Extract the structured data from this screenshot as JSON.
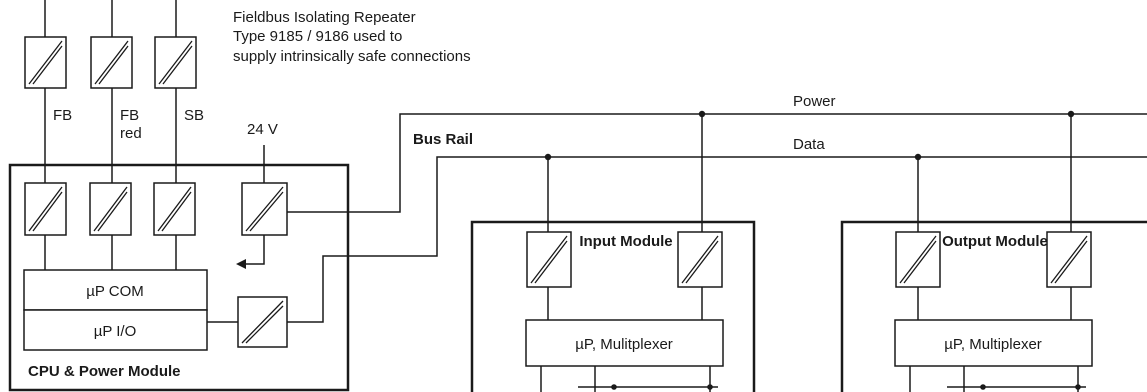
{
  "repeater": {
    "line1": "Fieldbus Isolating Repeater",
    "line2": "Type 9185 / 9186 used to",
    "line3": "supply intrinsically safe connections"
  },
  "signals": {
    "fb": "FB",
    "fb_red_1": "FB",
    "fb_red_2": "red",
    "sb": "SB",
    "v24": "24 V"
  },
  "bus": {
    "title": "Bus Rail",
    "power": "Power",
    "data": "Data"
  },
  "cpu_module": {
    "title": "CPU & Power Module",
    "com": "µP COM",
    "io": "µP I/O"
  },
  "input_module": {
    "title": "Input Module",
    "processor": "µP, Mulitplexer"
  },
  "output_module": {
    "title": "Output Module",
    "processor": "µP, Multiplexer"
  },
  "colors": {
    "line": "#1a1a1a",
    "background": "#ffffff"
  }
}
